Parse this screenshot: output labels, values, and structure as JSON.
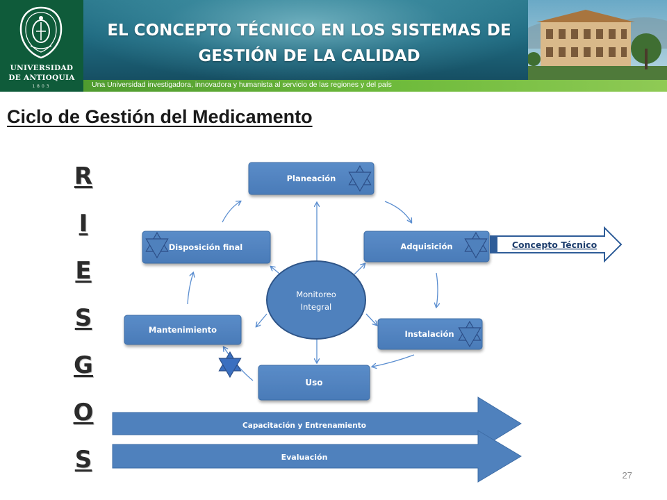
{
  "header": {
    "title_line1": "EL CONCEPTO TÉCNICO EN LOS SISTEMAS DE",
    "title_line2": "GESTIÓN DE LA CALIDAD",
    "slogan": "Una Universidad investigadora, innovadora y humanista al servicio de las regiones y del país",
    "logo": {
      "name_line1": "UNIVERSIDAD",
      "name_line2": "DE ANTIOQUIA",
      "year": "1803"
    }
  },
  "section_title": "Ciclo de Gestión del Medicamento",
  "riesgos_letters": [
    "R",
    "I",
    "E",
    "S",
    "G",
    "O",
    "S"
  ],
  "diagram": {
    "center": "Monitoreo Integral",
    "center_line1": "Monitoreo",
    "center_line2": "Integral",
    "stages": {
      "planeacion": "Planeación",
      "adquisicion": "Adquisición",
      "instalacion": "Instalación",
      "uso": "Uso",
      "mantenimiento": "Mantenimiento",
      "disposicion": "Disposición final"
    },
    "concepto_tecnico": "Concepto Técnico",
    "capacitacion": "Capacitación y Entrenamiento",
    "evaluacion": "Evaluación"
  },
  "colors": {
    "box_blue": "#4f81bd",
    "box_border": "#3e6da6",
    "arrow_blue": "#3f72b0",
    "center_fill": "#4f81bd",
    "center_border": "#2f5588",
    "star_fill": "#4f81bd",
    "star_dark": "#2c4e87",
    "header_teal": "#1f6a80",
    "logo_green": "#0f5b3a",
    "slogan_green": "#6fbb3c"
  },
  "page_number": "27"
}
